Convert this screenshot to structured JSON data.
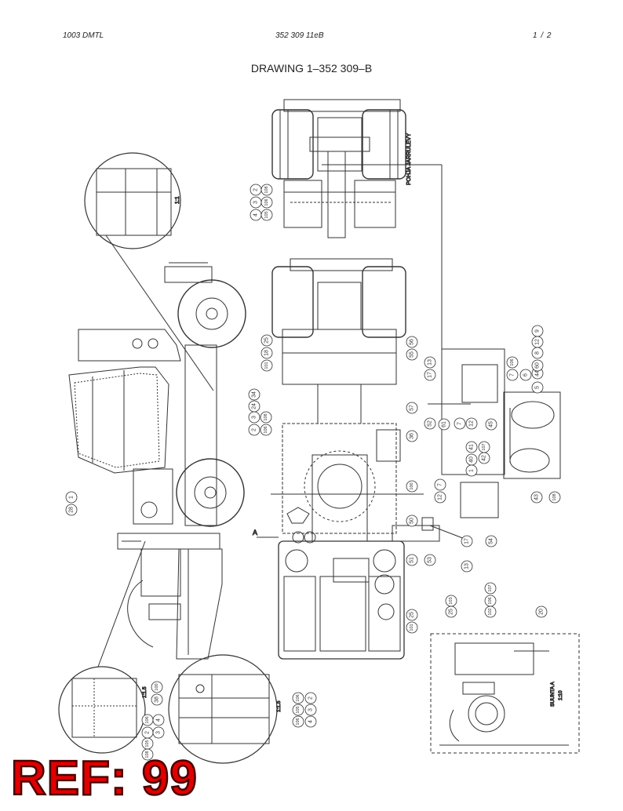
{
  "header": {
    "doc_code": "1003 DMTL",
    "doc_number": "352 309 11eB",
    "page": "1 /  2"
  },
  "title": "DRAWING 1–352 309–B",
  "labels": {
    "ref": "REF: 99",
    "pohja": "POHJA JARRULEVY",
    "suunta": "SUUNTA A",
    "scale_main": "1:10",
    "scale_detail": "1:1",
    "scale_detail_b": "1:1.5",
    "scale_detail_c": "1:1.5",
    "view_a": "A"
  },
  "callouts": {
    "top_group": [
      "2",
      "3",
      "4",
      "108",
      "106",
      "105"
    ],
    "chassis_group": [
      "101",
      "18",
      "25"
    ],
    "left_group": [
      "2",
      "3",
      "24",
      "106",
      "108",
      "34"
    ],
    "left_big": [
      "1",
      "28"
    ],
    "center_col": [
      "56",
      "55",
      "57",
      "36",
      "100",
      "50",
      "51",
      "53",
      "52"
    ],
    "right_col": [
      "13",
      "17",
      "7",
      "12",
      "40",
      "41",
      "42",
      "43",
      "44",
      "45",
      "61",
      "54",
      "60",
      "8",
      "9",
      "12",
      "5",
      "6",
      "7",
      "1",
      "108",
      "107",
      "106"
    ],
    "bottom_left": [
      "100",
      "38",
      "106",
      "105",
      "4",
      "2",
      "108",
      "3"
    ],
    "bottom_mid": [
      "106",
      "105",
      "106",
      "4",
      "3",
      "2"
    ],
    "bottom_right": [
      "107",
      "106",
      "102",
      "25",
      "103",
      "20"
    ],
    "wheel_right": [
      "101",
      "25"
    ],
    "lower_right": [
      "13",
      "17",
      "12",
      "7"
    ]
  }
}
